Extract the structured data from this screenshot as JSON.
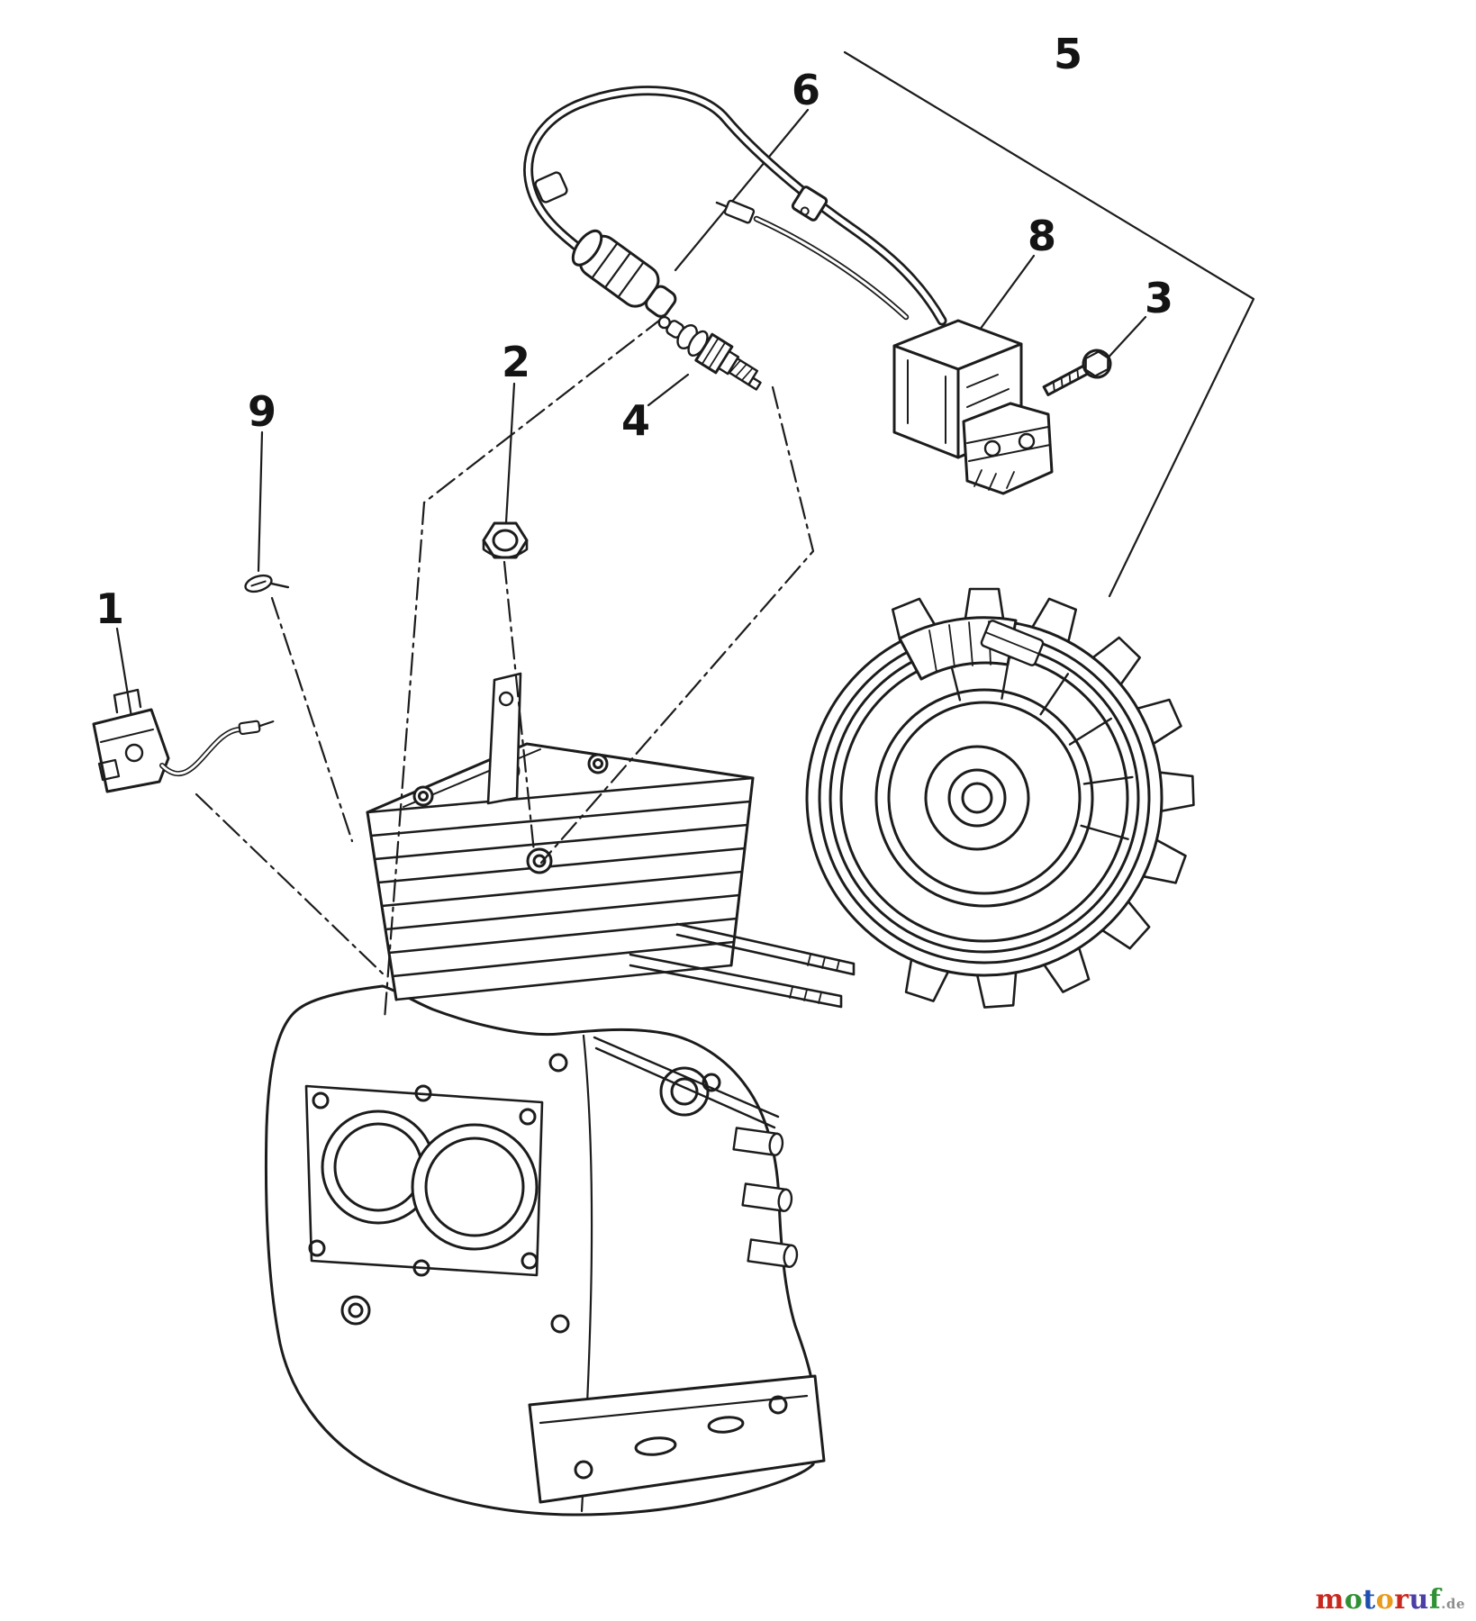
{
  "diagram": {
    "callouts": [
      {
        "label": "1"
      },
      {
        "label": "2"
      },
      {
        "label": "3"
      },
      {
        "label": "4"
      },
      {
        "label": "5"
      },
      {
        "label": "6"
      },
      {
        "label": "8"
      },
      {
        "label": "9"
      }
    ]
  },
  "watermark": {
    "letters": [
      {
        "ch": "m",
        "style": "color:#c8281e"
      },
      {
        "ch": "o",
        "style": "color:#2f9134"
      },
      {
        "ch": "t",
        "style": "color:#1d4fae"
      },
      {
        "ch": "o",
        "style": "color:#e89b1c"
      },
      {
        "ch": "r",
        "style": "color:#c8281e"
      },
      {
        "ch": "u",
        "style": "color:#4a3fa5"
      },
      {
        "ch": "f",
        "style": "color:#2f9134"
      }
    ],
    "suffix": ".de",
    "suffix_style": "color:#8d8d8d"
  },
  "colors": {
    "ink": "#1c1c1c",
    "paper": "#ffffff"
  }
}
